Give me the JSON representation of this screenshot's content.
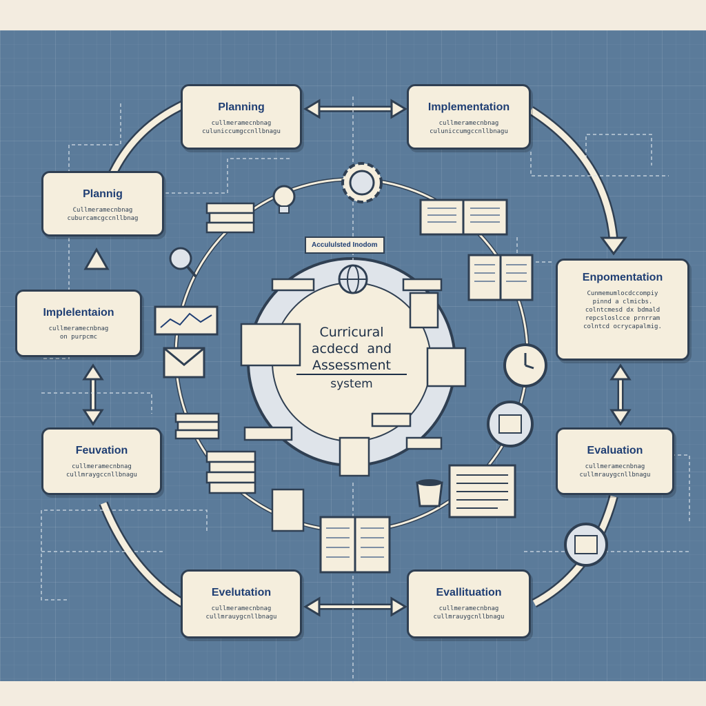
{
  "center": {
    "line1": "Curricural",
    "line2": "acdecd  and",
    "line3": "Assessment",
    "line4": "system"
  },
  "header_tag": "Accululsted Inodom",
  "cards": {
    "top_left": {
      "title": "Planning",
      "body": "cullmeramecnbnag\nculuniccumgccnllbnagu"
    },
    "top_right": {
      "title": "Implementation",
      "body": "cullmeramecnbnag\nculuniccumgccnllbnagu"
    },
    "left_1": {
      "title": "Plannig",
      "body": "Cullmeramecnbnag\ncuburcamcgccnllbnag"
    },
    "left_2": {
      "title": "Implelentaion",
      "body": "cullmeramecnbnag\non purpcmc"
    },
    "left_3": {
      "title": "Feuvation",
      "body": "cullmeramecnbnag\ncullmraygccnllbnagu"
    },
    "right_1": {
      "title": "Enpomentation",
      "body": "Cunmemumlocdccompiy\npinnd a clmicbs.\ncolntcmesd dx bdmald\nrepcsloslcce prnrram\ncolntcd ocrycapalmig."
    },
    "right_2": {
      "title": "Evaluation",
      "body": "cullmeramecnbnag\ncullmrauygcnllbnagu"
    },
    "bottom_left": {
      "title": "Evelutation",
      "body": "cullmeramecnbnag\ncullmrauygcnllbnagu"
    },
    "bottom_right": {
      "title": "Evallituation",
      "body": "cullmeramecnbnag\ncullmrauygcnllbnagu"
    }
  },
  "colors": {
    "background": "#5b7b9a",
    "card": "#f5eedd",
    "ink": "#2f3f52",
    "title": "#1f3e73"
  }
}
